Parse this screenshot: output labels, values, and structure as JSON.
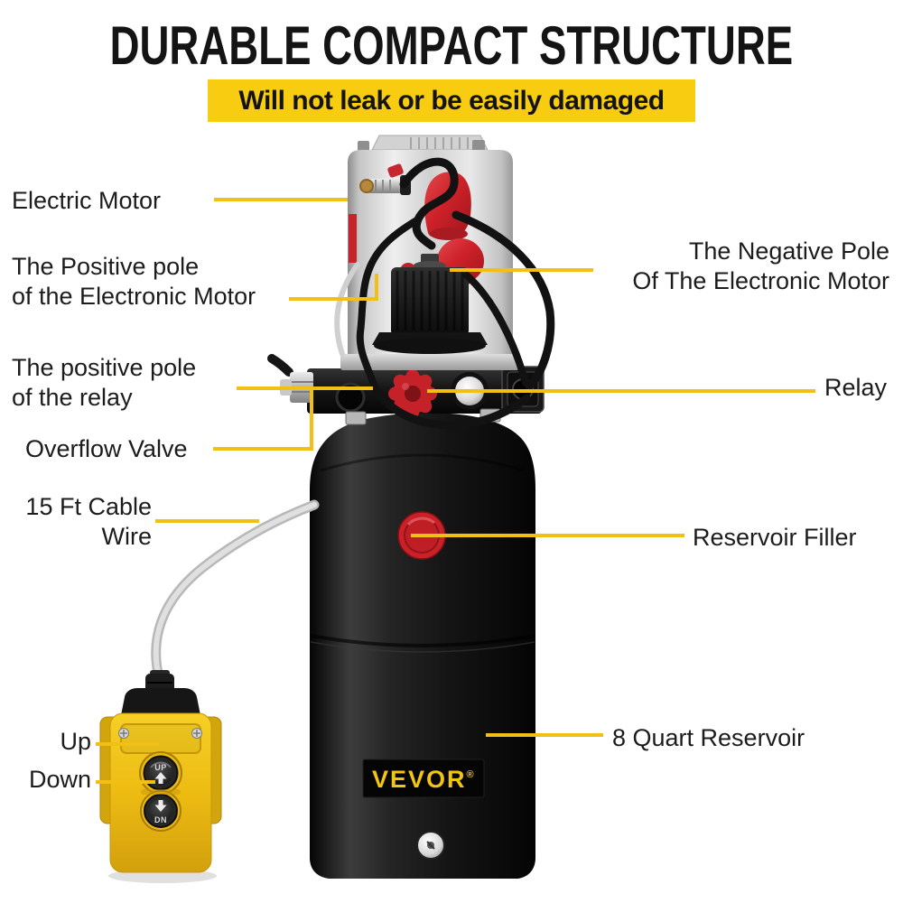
{
  "header": {
    "title": "DURABLE COMPACT STRUCTURE",
    "banner": "Will not leak or be easily damaged"
  },
  "callouts": {
    "electric_motor": {
      "line1": "Electric Motor"
    },
    "positive_pole_motor": {
      "line1": "The Positive pole",
      "line2": "of the Electronic Motor"
    },
    "negative_pole_motor": {
      "line1": "The Negative Pole",
      "line2": "Of The Electronic Motor"
    },
    "positive_pole_relay": {
      "line1": "The positive pole",
      "line2": "of the relay"
    },
    "relay": {
      "line1": "Relay"
    },
    "overflow_valve": {
      "line1": "Overflow Valve"
    },
    "cable_wire": {
      "line1": "15 Ft Cable",
      "line2": "Wire"
    },
    "reservoir_filler": {
      "line1": "Reservoir Filler"
    },
    "reservoir_size": {
      "line1": "8 Quart Reservoir"
    },
    "up": {
      "line1": "Up"
    },
    "down": {
      "line1": "Down"
    }
  },
  "product": {
    "brand": "VEVOR",
    "brand_mark": "®",
    "up_button": "UP",
    "down_button": "DN"
  },
  "colors": {
    "accent_yellow": "#F2C014",
    "banner_yellow": "#F8CC11",
    "brand_yellow": "#F2C413",
    "red": "#CE2129",
    "tank_black": "#111111",
    "pendant_yellow": "#EDBC13",
    "motor_silver": "#D6D6D6"
  }
}
